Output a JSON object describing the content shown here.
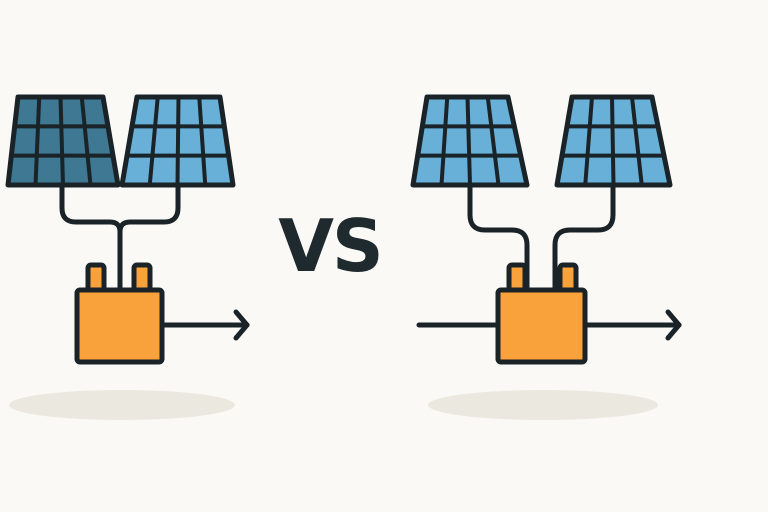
{
  "vs_label": "VS",
  "colors": {
    "background": "#faf9f6",
    "outline": "#1a2327",
    "panel_dark": "#3e7892",
    "panel_light": "#68b0d8",
    "inverter": "#f9a23c",
    "shadow": "#ebe8df"
  },
  "left_system": {
    "panels": [
      "dark",
      "light"
    ],
    "inverters": 1,
    "inputs": 0
  },
  "right_system": {
    "panels": [
      "light",
      "light"
    ],
    "inverters": 1,
    "inputs": 1
  }
}
